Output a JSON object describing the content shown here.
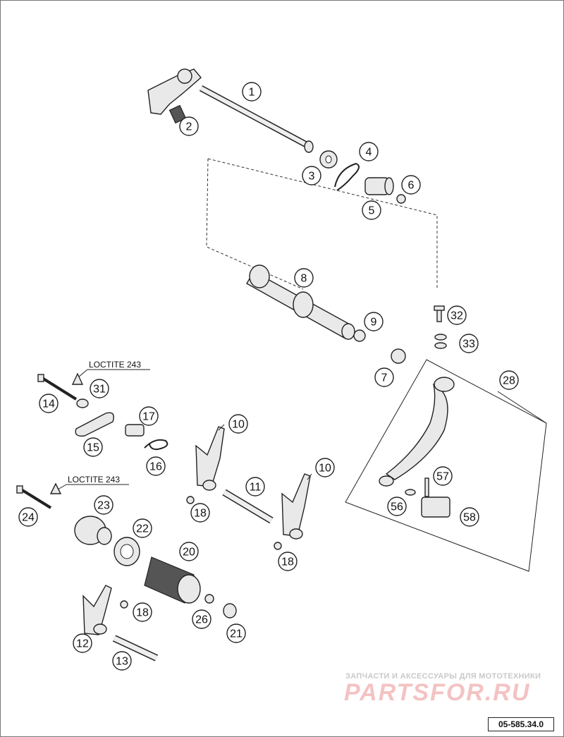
{
  "diagram": {
    "callouts": {
      "c1": "1",
      "c2": "2",
      "c3": "3",
      "c4": "4",
      "c5": "5",
      "c6": "6",
      "c7": "7",
      "c8": "8",
      "c9": "9",
      "c10a": "10",
      "c10b": "10",
      "c11": "11",
      "c12": "12",
      "c13": "13",
      "c14": "14",
      "c15": "15",
      "c16": "16",
      "c17": "17",
      "c18a": "18",
      "c18b": "18",
      "c18c": "18",
      "c20": "20",
      "c21": "21",
      "c22": "22",
      "c23": "23",
      "c24": "24",
      "c26": "26",
      "c28": "28",
      "c31": "31",
      "c32": "32",
      "c33": "33",
      "c56": "56",
      "c57": "57",
      "c58": "58"
    },
    "loctite_label_1": "LOCTITE 243",
    "loctite_label_2": "LOCTITE 243",
    "diagram_code": "05-585.34.0"
  },
  "watermark": {
    "tagline": "ЗАПЧАСТИ И АКСЕССУАРЫ ДЛЯ МОТОТЕХНИКИ",
    "logo": "PARTSFOR.RU"
  },
  "colors": {
    "line": "#222222",
    "part_fill": "#e9e9e9",
    "watermark_logo": "#f3c3c3",
    "watermark_text": "#c9c9c9"
  }
}
